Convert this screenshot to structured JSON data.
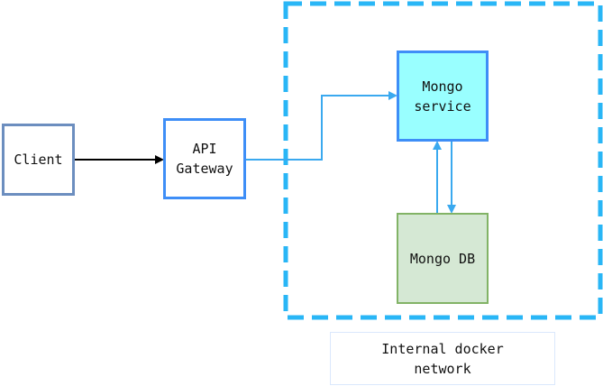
{
  "diagram": {
    "nodes": {
      "client": "Client",
      "gateway": "API\nGateway",
      "service": "Mongo\nservice",
      "db": "Mongo DB"
    },
    "network_label": "Internal docker\nnetwork"
  },
  "colors": {
    "client_border": "#6c8ebf",
    "gateway_border": "#3e8ef7",
    "service_border": "#3e8ef7",
    "service_fill": "#99ffff",
    "db_border": "#82b366",
    "db_fill": "#d5e8d4",
    "network_border": "#29b6f6",
    "connector_blue": "#3aa9ef",
    "connector_black": "#000000"
  }
}
